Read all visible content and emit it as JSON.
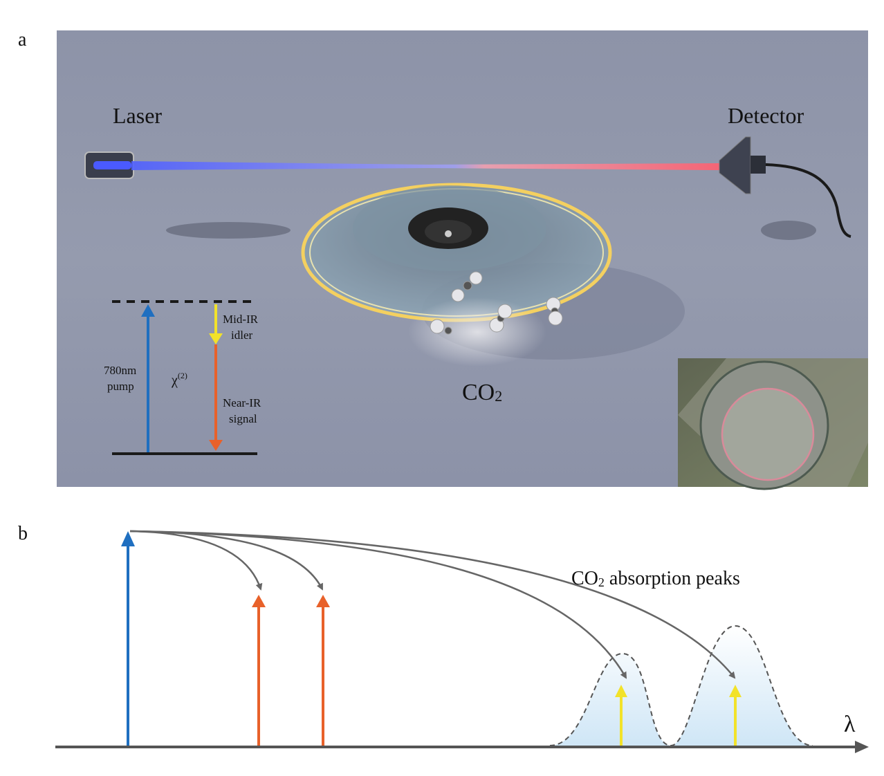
{
  "panel_a": {
    "label": "a",
    "laser_label": "Laser",
    "detector_label": "Detector",
    "gas_label": "CO",
    "gas_subscript": "2",
    "energy_diagram": {
      "pump_label_1": "780nm",
      "pump_label_2": "pump",
      "chi_label": "χ",
      "chi_superscript": "(2)",
      "idler_label_1": "Mid-IR",
      "idler_label_2": "idler",
      "signal_label_1": "Near-IR",
      "signal_label_2": "signal"
    }
  },
  "panel_b": {
    "label": "b",
    "axis_label": "λ",
    "peaks_label_prefix": "CO",
    "peaks_label_subscript": "2",
    "peaks_label_suffix": " absorption peaks"
  },
  "colors": {
    "pump": "#1f6fc0",
    "signal": "#e8612a",
    "idler": "#f2e22a",
    "background": "#8f95a9"
  }
}
